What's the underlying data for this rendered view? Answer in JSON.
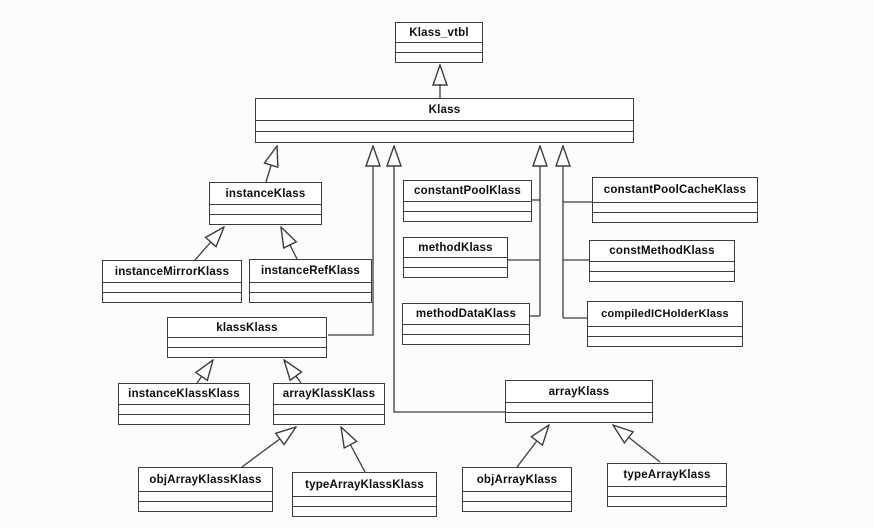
{
  "diagram": {
    "type": "uml-class-diagram",
    "classes": {
      "klass_vtbl": "Klass_vtbl",
      "klass": "Klass",
      "instanceKlass": "instanceKlass",
      "constantPoolKlass": "constantPoolKlass",
      "constantPoolCacheKlass": "constantPoolCacheKlass",
      "instanceMirrorKlass": "instanceMirrorKlass",
      "instanceRefKlass": "instanceRefKlass",
      "methodKlass": "methodKlass",
      "constMethodKlass": "constMethodKlass",
      "klassKlass": "klassKlass",
      "methodDataKlass": "methodDataKlass",
      "compiledICHolderKlass": "compiledICHolderKlass",
      "instanceKlassKlass": "instanceKlassKlass",
      "arrayKlassKlass": "arrayKlassKlass",
      "arrayKlass": "arrayKlass",
      "objArrayKlassKlass": "objArrayKlassKlass",
      "typeArrayKlassKlass": "typeArrayKlassKlass",
      "objArrayKlass": "objArrayKlass",
      "typeArrayKlass": "typeArrayKlass"
    },
    "relations": [
      {
        "from": "Klass",
        "to": "Klass_vtbl",
        "type": "generalization"
      },
      {
        "from": "instanceKlass",
        "to": "Klass",
        "type": "generalization"
      },
      {
        "from": "klassKlass",
        "to": "Klass",
        "type": "generalization"
      },
      {
        "from": "arrayKlass",
        "to": "Klass",
        "type": "generalization"
      },
      {
        "from": "constantPoolKlass",
        "to": "Klass",
        "type": "generalization"
      },
      {
        "from": "methodKlass",
        "to": "Klass",
        "type": "generalization"
      },
      {
        "from": "methodDataKlass",
        "to": "Klass",
        "type": "generalization"
      },
      {
        "from": "constantPoolCacheKlass",
        "to": "Klass",
        "type": "generalization"
      },
      {
        "from": "constMethodKlass",
        "to": "Klass",
        "type": "generalization"
      },
      {
        "from": "compiledICHolderKlass",
        "to": "Klass",
        "type": "generalization"
      },
      {
        "from": "instanceMirrorKlass",
        "to": "instanceKlass",
        "type": "generalization"
      },
      {
        "from": "instanceRefKlass",
        "to": "instanceKlass",
        "type": "generalization"
      },
      {
        "from": "instanceKlassKlass",
        "to": "klassKlass",
        "type": "generalization"
      },
      {
        "from": "arrayKlassKlass",
        "to": "klassKlass",
        "type": "generalization"
      },
      {
        "from": "objArrayKlassKlass",
        "to": "arrayKlassKlass",
        "type": "generalization"
      },
      {
        "from": "typeArrayKlassKlass",
        "to": "arrayKlassKlass",
        "type": "generalization"
      },
      {
        "from": "objArrayKlass",
        "to": "arrayKlass",
        "type": "generalization"
      },
      {
        "from": "typeArrayKlass",
        "to": "arrayKlass",
        "type": "generalization"
      }
    ],
    "colors": {
      "line": "#3c3c3c",
      "box_fill": "#ffffff",
      "text": "#0d0d0d",
      "background": "#fcfcfc"
    }
  }
}
